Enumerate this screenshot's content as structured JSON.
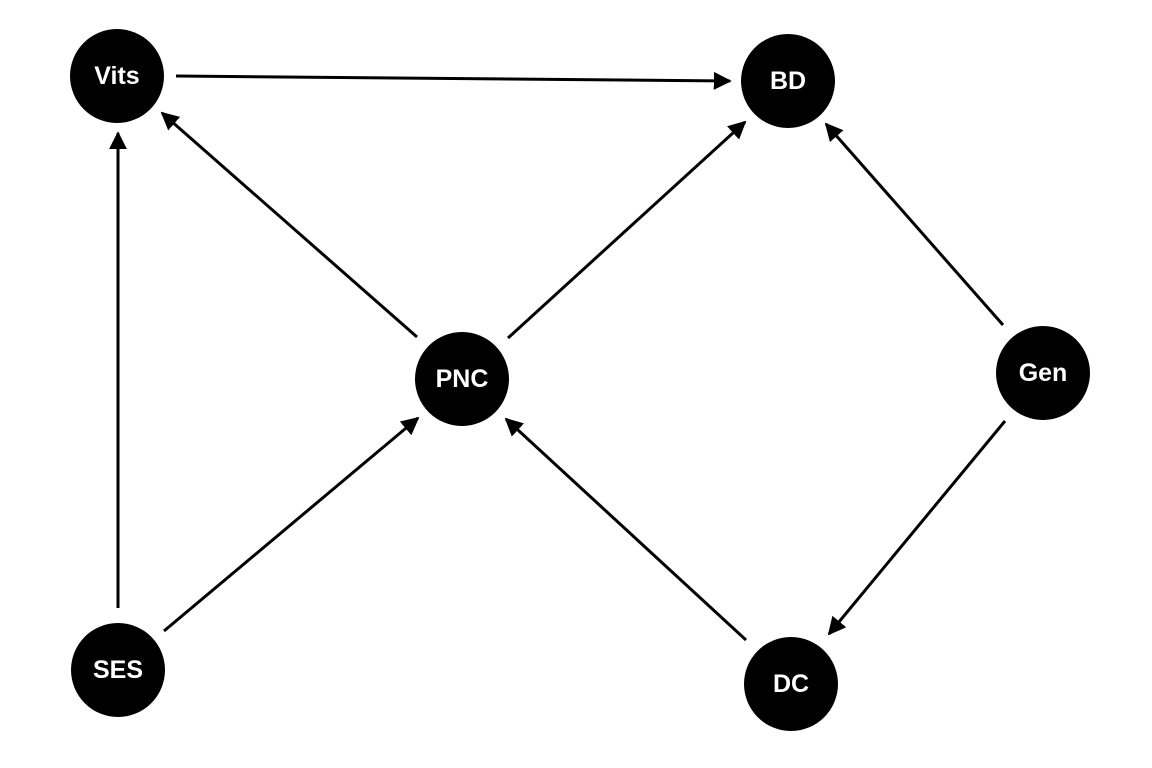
{
  "diagram": {
    "type": "directed-acyclic-graph",
    "nodes": [
      {
        "id": "vits",
        "label": "Vits"
      },
      {
        "id": "bd",
        "label": "BD"
      },
      {
        "id": "pnc",
        "label": "PNC"
      },
      {
        "id": "gen",
        "label": "Gen"
      },
      {
        "id": "ses",
        "label": "SES"
      },
      {
        "id": "dc",
        "label": "DC"
      }
    ],
    "edges": [
      {
        "from": "vits",
        "to": "bd"
      },
      {
        "from": "pnc",
        "to": "vits"
      },
      {
        "from": "ses",
        "to": "vits"
      },
      {
        "from": "pnc",
        "to": "bd"
      },
      {
        "from": "gen",
        "to": "bd"
      },
      {
        "from": "ses",
        "to": "pnc"
      },
      {
        "from": "dc",
        "to": "pnc"
      },
      {
        "from": "gen",
        "to": "dc"
      }
    ],
    "colors": {
      "node_fill": "#000000",
      "node_text": "#ffffff",
      "edge": "#000000"
    }
  }
}
